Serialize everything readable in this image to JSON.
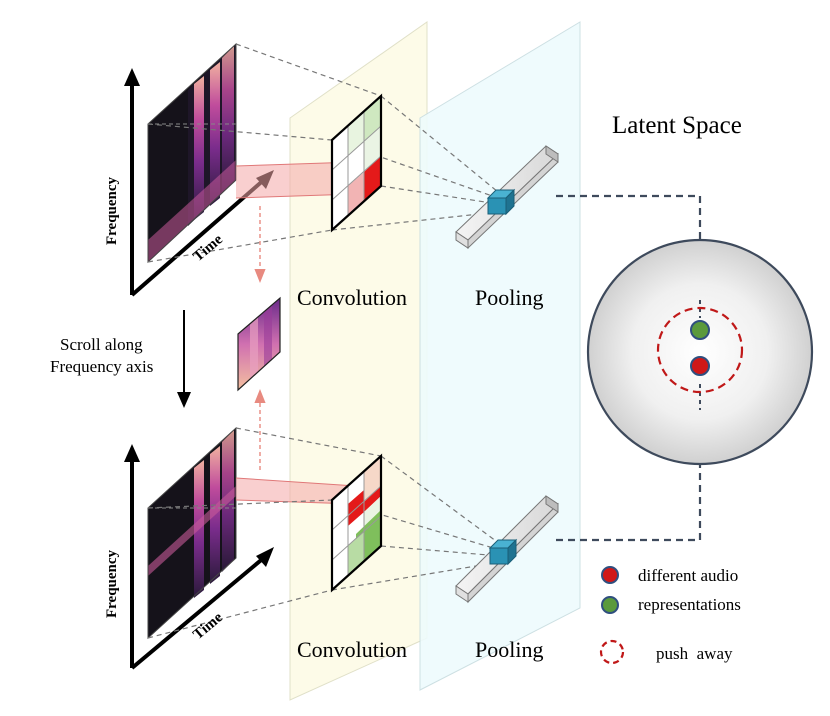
{
  "labels": {
    "latent_space": "Latent Space",
    "convolution_top": "Convolution",
    "convolution_bottom": "Convolution",
    "pooling_top": "Pooling",
    "pooling_bottom": "Pooling",
    "scroll_line1": "Scroll along",
    "scroll_line2": "Frequency axis",
    "frequency_top": "Frequency",
    "frequency_bottom": "Frequency",
    "time_top": "Time",
    "time_bottom": "Time"
  },
  "legend": {
    "line1": "different audio",
    "line2": "representations",
    "push_away": "push  away"
  },
  "colors": {
    "red_point": "#d01818",
    "green_point": "#5a9a3c",
    "point_border": "#2f4f7f",
    "pooled_cube": "#2a92b4",
    "dashed_push": "#c01818",
    "conv_plane": "#fdfbe8",
    "pool_plane": "#eefbfd",
    "latent_fill_top": "#bcbcbc",
    "latent_fill_mid": "#f4f4f4",
    "arrow_navy": "#3e4a5c"
  }
}
